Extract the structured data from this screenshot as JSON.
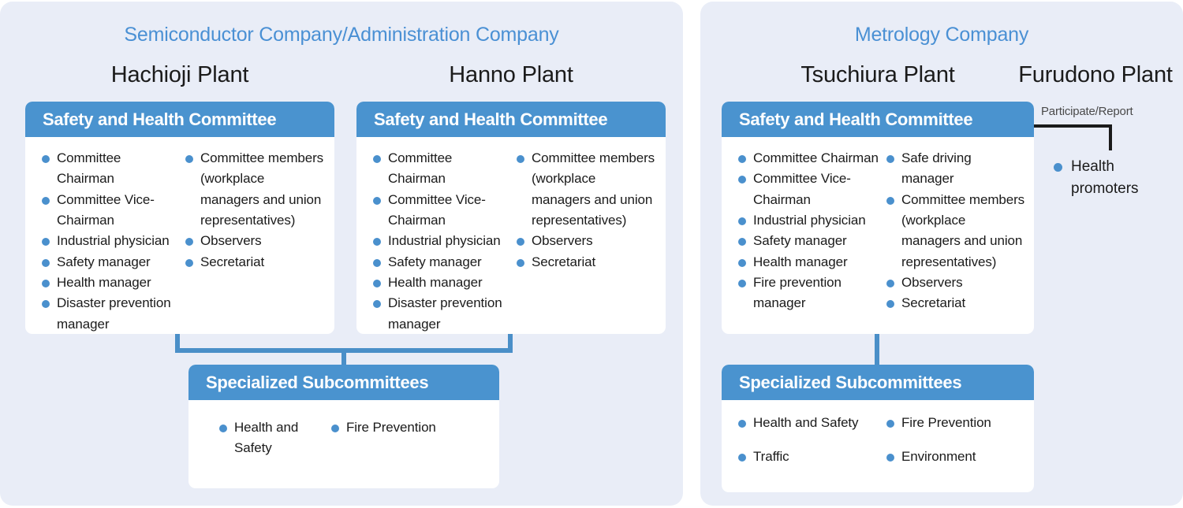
{
  "panels": [
    {
      "company": "Semiconductor Company/Administration Company",
      "plants": [
        "Hachioji Plant",
        "Hanno Plant"
      ],
      "committees": [
        {
          "title": "Safety and Health Committee",
          "col1": [
            "Committee Chairman",
            "Committee Vice-Chairman",
            "Industrial physician",
            "Safety manager",
            "Health manager",
            "Disaster prevention manager"
          ],
          "col2": [
            "Committee members (workplace managers and union representatives)",
            "Observers",
            "Secretariat"
          ]
        },
        {
          "title": "Safety and Health Committee",
          "col1": [
            "Committee Chairman",
            "Committee Vice-Chairman",
            "Industrial physician",
            "Safety manager",
            "Health manager",
            "Disaster prevention manager"
          ],
          "col2": [
            "Committee members (workplace managers and union representatives)",
            "Observers",
            "Secretariat"
          ]
        }
      ],
      "subcommittee": {
        "title": "Specialized Subcommittees",
        "col1": [
          "Health and Safety"
        ],
        "col2": [
          "Fire Prevention"
        ]
      }
    },
    {
      "company": "Metrology Company",
      "plants": [
        "Tsuchiura Plant",
        "Furudono Plant"
      ],
      "committees": [
        {
          "title": "Safety and Health Committee",
          "col1": [
            "Committee Chairman",
            "Committee Vice-Chairman",
            "Industrial physician",
            "Safety manager",
            "Health manager",
            "Fire prevention manager"
          ],
          "col2": [
            "Safe driving manager",
            "Committee members (workplace managers and union representatives)",
            "Observers",
            "Secretariat"
          ]
        }
      ],
      "subcommittee": {
        "title": "Specialized Subcommittees",
        "col1": [
          "Health and Safety",
          "Traffic"
        ],
        "col2": [
          "Fire Prevention",
          "Environment"
        ]
      },
      "connector_label": "Participate/Report",
      "side_node": "Health promoters"
    }
  ],
  "colors": {
    "panel_background": "#e9edf7",
    "header_blue": "#4a93cf",
    "company_title_blue": "#4a90d4",
    "bullet_blue": "#4a90cd",
    "connector_blue": "#4a8fc8",
    "connector_black": "#1b1b1b",
    "card_background": "#ffffff",
    "text_dark": "#1b1b1b"
  }
}
